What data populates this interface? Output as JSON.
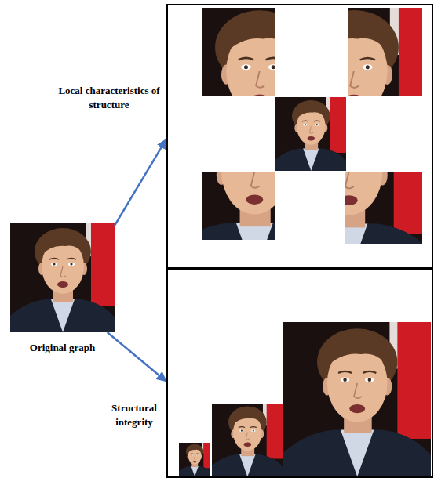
{
  "diagram": {
    "nodes": [
      {
        "text": [
          "Original graph"
        ]
      },
      {
        "text": [
          "Local characteristics of structure"
        ]
      },
      {
        "text": [
          "Structural integrity"
        ]
      }
    ],
    "edges": [
      {
        "from": 0,
        "to": 1,
        "arrow": "to"
      },
      {
        "from": 0,
        "to": 2,
        "arrow": "to"
      }
    ]
  }
}
